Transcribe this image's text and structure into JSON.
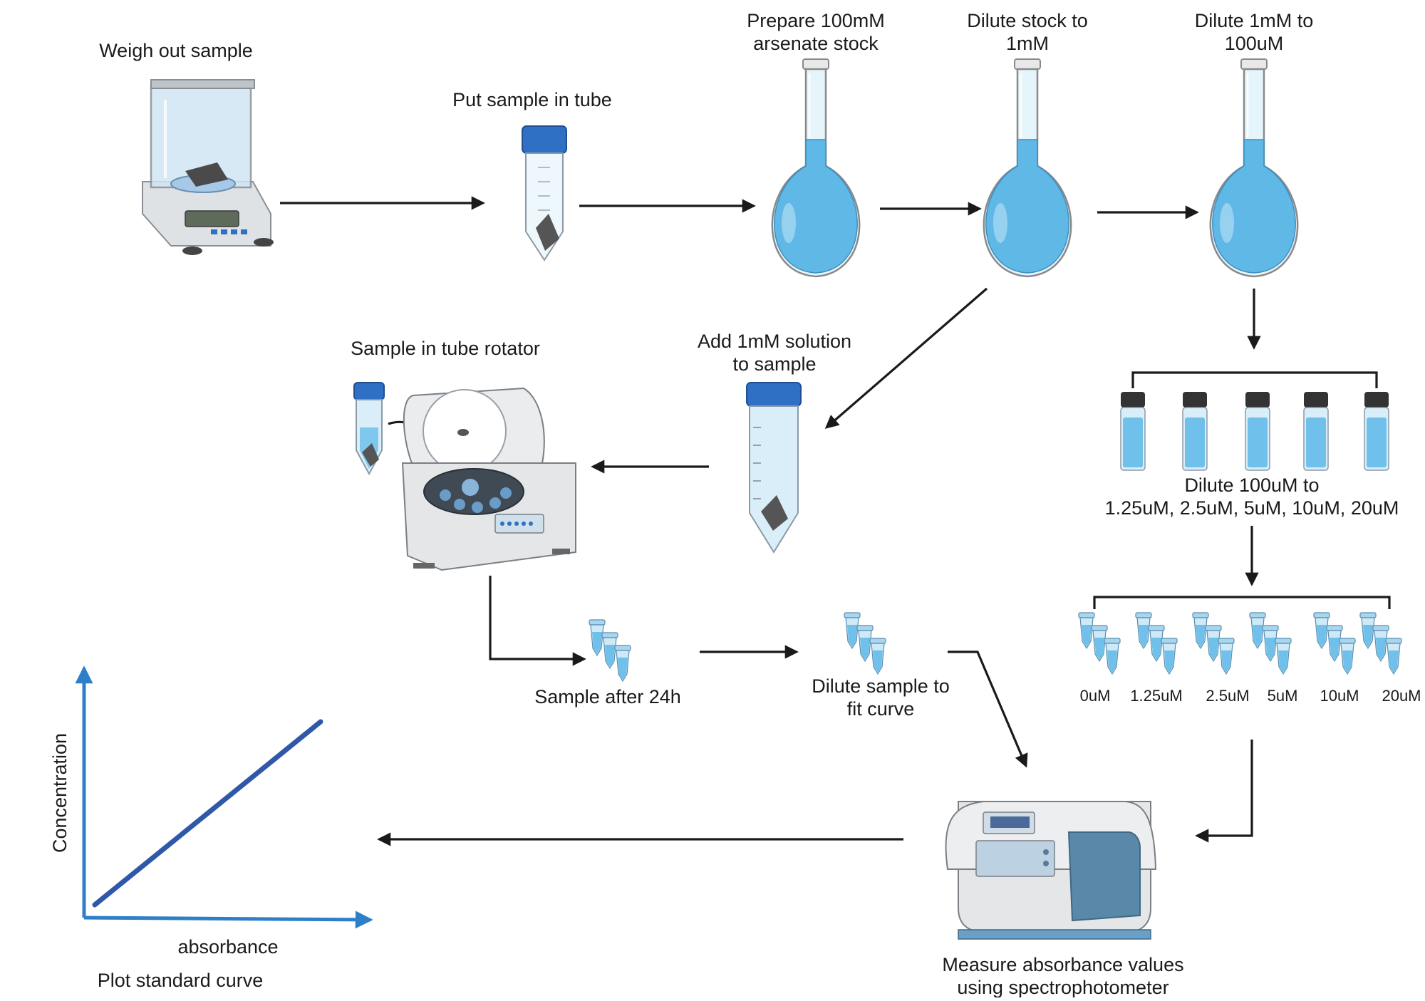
{
  "colors": {
    "liquid": "#5fb8e6",
    "glass": "#d9eef9",
    "cap_blue": "#2f6fc4",
    "cap_dark": "#333333",
    "axis_blue": "#2f7fc8",
    "line_blue": "#2f58a8",
    "device_grey": "#e4e6e8"
  },
  "steps": {
    "weigh": "Weigh out sample",
    "tube": "Put sample in tube",
    "stock_1": "Prepare 100mM",
    "stock_2": "arsenate stock",
    "dilute1_1": "Dilute stock  to",
    "dilute1_2": "1mM",
    "dilute2_1": "Dilute 1mM  to",
    "dilute2_2": "100uM",
    "add_1": "Add 1mM solution",
    "add_2": "to sample",
    "rotator": "Sample in tube rotator",
    "series_1": "Dilute 100uM to",
    "series_2": "1.25uM, 2.5uM, 5uM, 10uM, 20uM",
    "after24": "Sample after 24h",
    "fit_1": "Dilute sample to",
    "fit_2": "fit curve",
    "measure_1": "Measure absorbance values",
    "measure_2": "using spectrophotometer",
    "plot": "Plot standard curve"
  },
  "concentrations": [
    "0uM",
    "1.25uM",
    "2.5uM",
    "5uM",
    "10uM",
    "20uM"
  ],
  "graph": {
    "ylabel": "Concentration",
    "xlabel": "absorbance"
  }
}
